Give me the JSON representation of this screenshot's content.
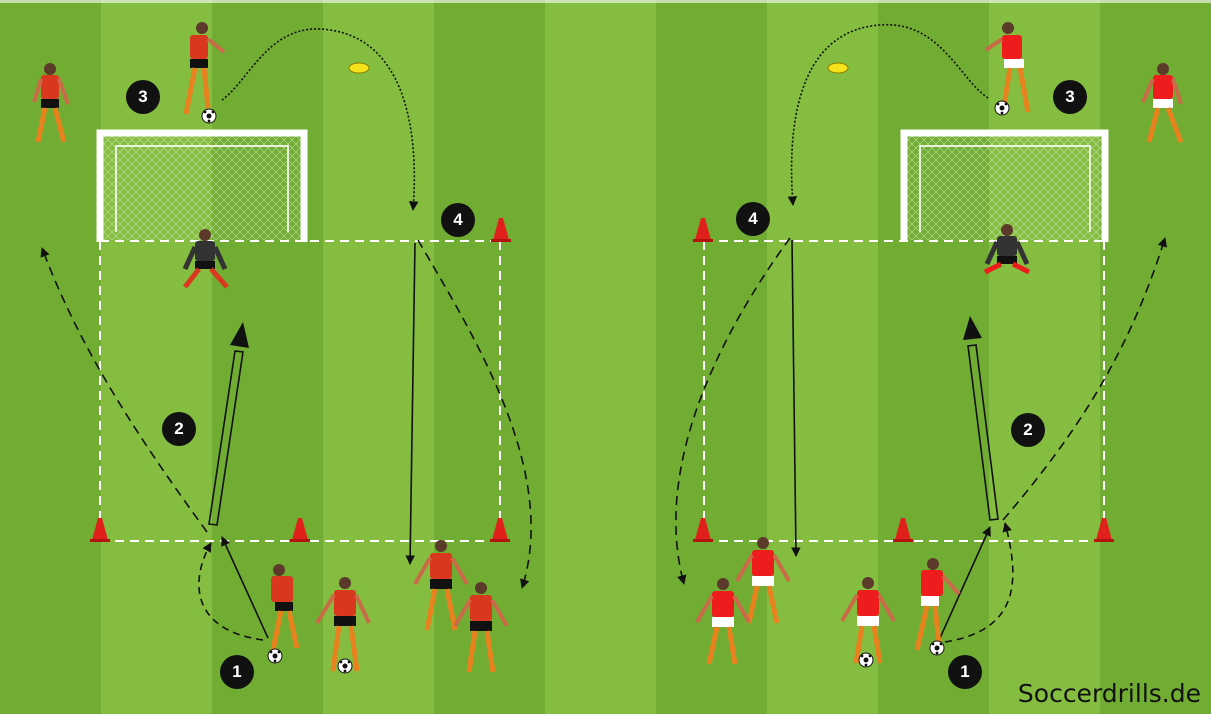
{
  "step_labels": {
    "left_1": "1",
    "left_2": "2",
    "left_3": "3",
    "left_4": "4",
    "right_1": "1",
    "right_2": "2",
    "right_3": "3",
    "right_4": "4"
  },
  "watermark": "Soccerdrills.de",
  "colors": {
    "pitch_light": "#84bd3f",
    "pitch_dark": "#72ad33",
    "team_left_shirt": "#d9381e",
    "team_left_shorts": "#111111",
    "team_right_shirt": "#ee1c1c",
    "team_right_shorts": "#ffffff",
    "socks": "#e8821e",
    "cone": "#e0201a",
    "marker_disc": "#f5e11c",
    "goalkeeper": "#333333"
  },
  "icons": [
    "soccer-ball-icon",
    "cone-icon",
    "marker-disc-icon",
    "goal-icon",
    "player-icon"
  ]
}
